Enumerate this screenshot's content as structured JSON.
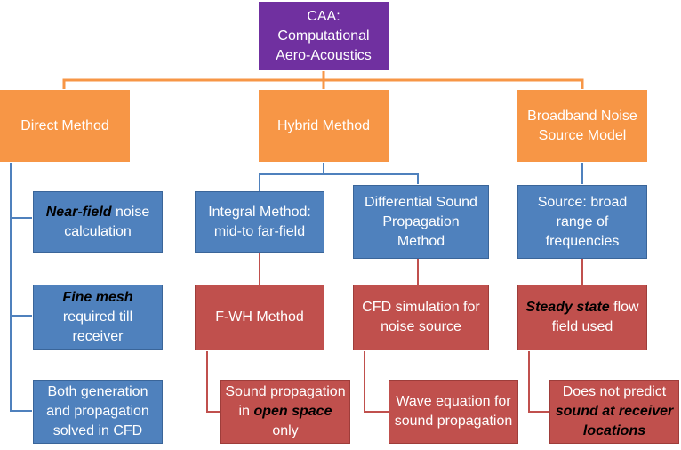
{
  "colors": {
    "root": "#7030a0",
    "method": "#f79646",
    "detail": "#4f81bd",
    "result": "#c0504d",
    "line_orange": "#f79646",
    "line_blue": "#4f81bd",
    "line_red": "#c0504d"
  },
  "root": {
    "line1": "CAA:",
    "line2": "Computational",
    "line3": "Aero-Acoustics"
  },
  "methods": {
    "direct": {
      "label": "Direct Method"
    },
    "hybrid": {
      "label": "Hybrid Method"
    },
    "broadband": {
      "line1": "Broadband Noise",
      "line2": "Source Model"
    }
  },
  "direct_items": {
    "near_field": {
      "emph": "Near-field",
      "rest": " noise calculation"
    },
    "fine_mesh": {
      "emph": "Fine mesh",
      "rest": "required till receiver"
    },
    "both": {
      "text": "Both generation and propagation solved in CFD"
    }
  },
  "hybrid_items": {
    "integral": {
      "text": "Integral Method: mid-to far-field"
    },
    "differential": {
      "text": "Differential Sound Propagation Method"
    },
    "fwh": {
      "text": "F-WH Method"
    },
    "cfd_sim": {
      "text": "CFD simulation for noise source"
    },
    "sound_prop": {
      "pre": "Sound propagation in ",
      "emph": "open space",
      "post": " only"
    },
    "wave_eq": {
      "text": "Wave equation for sound propagation"
    }
  },
  "broadband_items": {
    "source": {
      "text": "Source: broad range of frequencies"
    },
    "steady": {
      "emph": "Steady state",
      "rest": " flow field used"
    },
    "not_predict": {
      "pre": "Does not  predict ",
      "emph": "sound at receiver locations"
    }
  }
}
